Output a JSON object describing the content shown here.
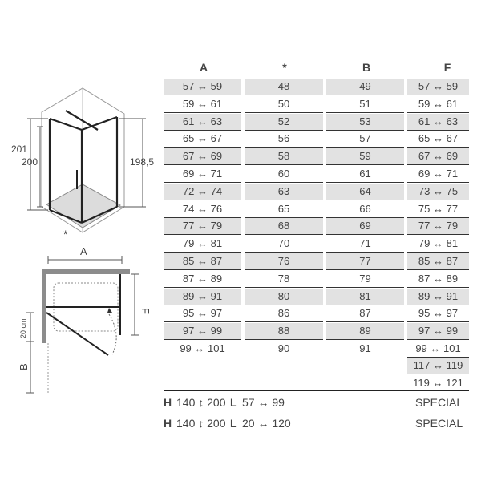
{
  "headers": {
    "a": "A",
    "star": "*",
    "b": "B",
    "f": "F"
  },
  "rows": [
    {
      "a": "57 ↔ 59",
      "s": "48",
      "b": "49",
      "f": "57 ↔ 59",
      "shaded": true
    },
    {
      "a": "59 ↔ 61",
      "s": "50",
      "b": "51",
      "f": "59 ↔ 61",
      "shaded": false
    },
    {
      "a": "61 ↔ 63",
      "s": "52",
      "b": "53",
      "f": "61 ↔ 63",
      "shaded": true
    },
    {
      "a": "65 ↔ 67",
      "s": "56",
      "b": "57",
      "f": "65 ↔ 67",
      "shaded": false
    },
    {
      "a": "67 ↔ 69",
      "s": "58",
      "b": "59",
      "f": "67 ↔ 69",
      "shaded": true
    },
    {
      "a": "69 ↔ 71",
      "s": "60",
      "b": "61",
      "f": "69 ↔ 71",
      "shaded": false
    },
    {
      "a": "72 ↔ 74",
      "s": "63",
      "b": "64",
      "f": "73 ↔ 75",
      "shaded": true
    },
    {
      "a": "74 ↔ 76",
      "s": "65",
      "b": "66",
      "f": "75 ↔ 77",
      "shaded": false
    },
    {
      "a": "77 ↔ 79",
      "s": "68",
      "b": "69",
      "f": "77 ↔ 79",
      "shaded": true
    },
    {
      "a": "79 ↔ 81",
      "s": "70",
      "b": "71",
      "f": "79 ↔ 81",
      "shaded": false
    },
    {
      "a": "85 ↔ 87",
      "s": "76",
      "b": "77",
      "f": "85 ↔ 87",
      "shaded": true
    },
    {
      "a": "87 ↔ 89",
      "s": "78",
      "b": "79",
      "f": "87 ↔ 89",
      "shaded": false
    },
    {
      "a": "89 ↔ 91",
      "s": "80",
      "b": "81",
      "f": "89 ↔ 91",
      "shaded": true
    },
    {
      "a": "95 ↔ 97",
      "s": "86",
      "b": "87",
      "f": "95 ↔ 97",
      "shaded": false
    },
    {
      "a": "97 ↔ 99",
      "s": "88",
      "b": "89",
      "f": "97 ↔ 99",
      "shaded": true
    },
    {
      "a": "99 ↔ 101",
      "s": "90",
      "b": "91",
      "f": "99 ↔ 101",
      "shaded": false,
      "last": true
    }
  ],
  "extra_f": [
    "117 ↔ 119",
    "119 ↔ 121"
  ],
  "special": [
    {
      "h_label": "H",
      "h_value": "140 ↕ 200",
      "l_label": "L",
      "l_value": "57 ↔ 99",
      "text": "SPECIAL"
    },
    {
      "h_label": "H",
      "h_value": "140 ↕ 200",
      "l_label": "L",
      "l_value": "20 ↔ 120",
      "text": "SPECIAL"
    }
  ],
  "diagram": {
    "dim_201": "201",
    "dim_200": "200",
    "dim_198_5": "198,5",
    "star": "*",
    "a": "A",
    "f": "F",
    "b": "B",
    "twenty_cm": "20 cm"
  }
}
